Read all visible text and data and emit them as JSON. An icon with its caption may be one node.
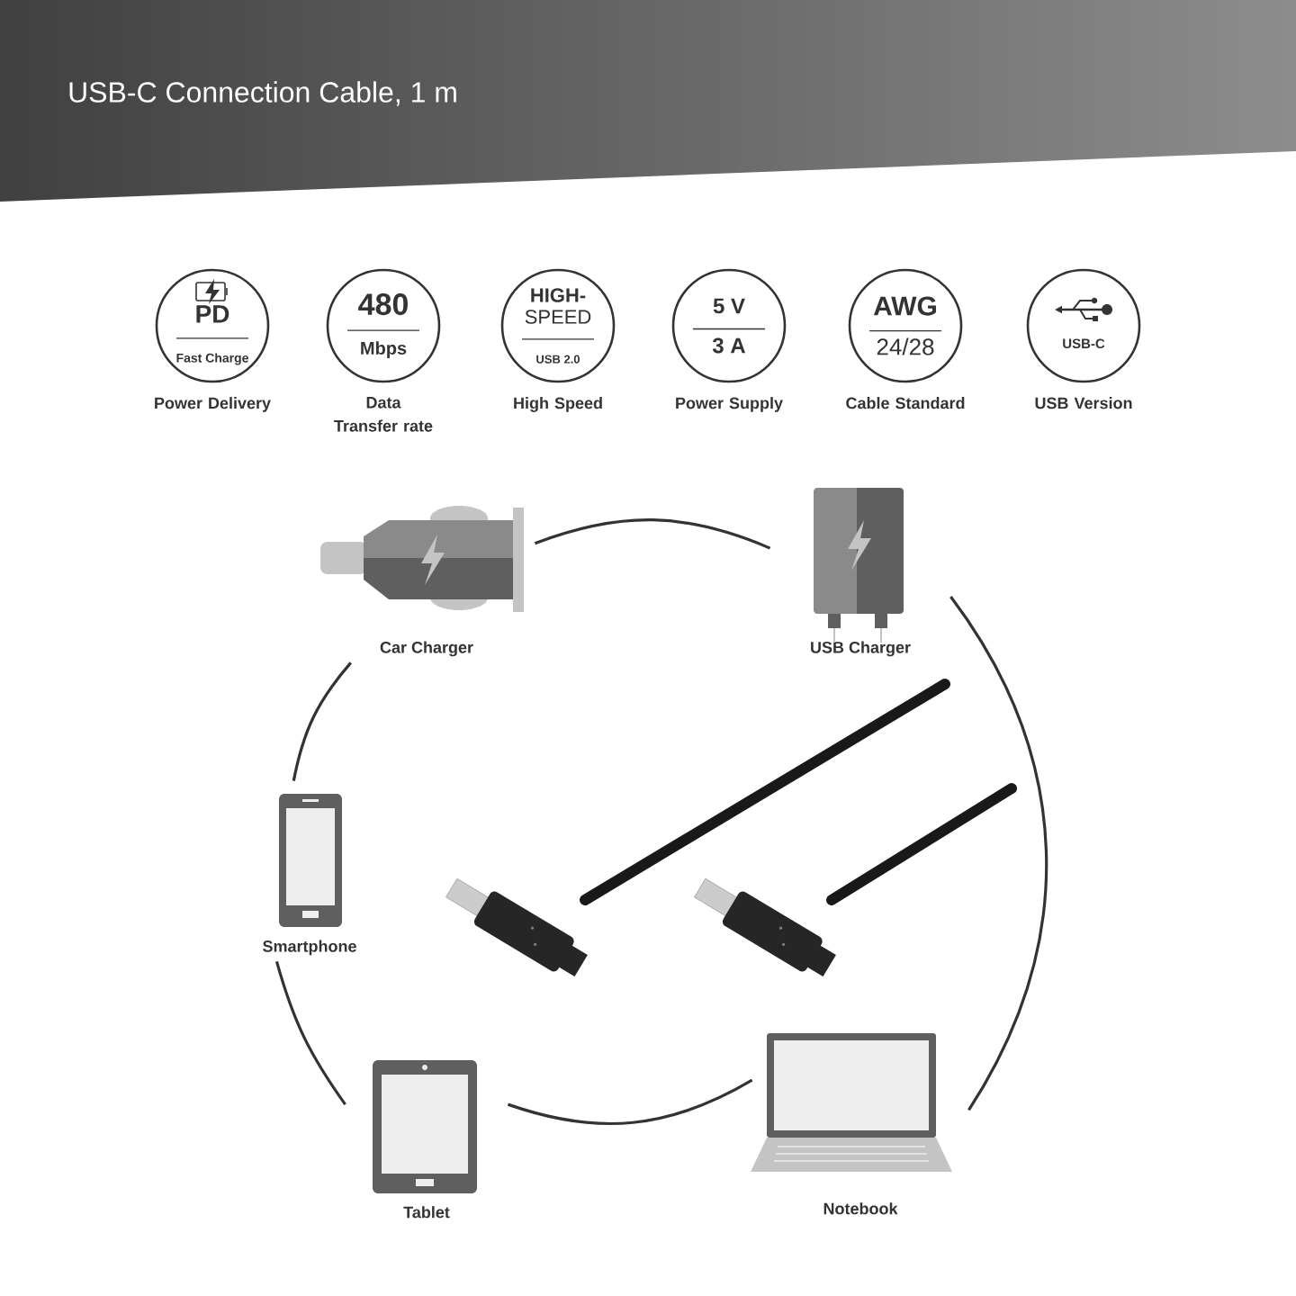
{
  "diagram": {
    "title": "USB-C Connection Cable, 1 m",
    "nodes": [
      {
        "text": [
          "PD",
          "Fast Charge"
        ],
        "beside": [
          "Power Delivery"
        ]
      },
      {
        "text": [
          "480",
          "Mbps"
        ],
        "beside": [
          "Data Transfer rate"
        ]
      },
      {
        "text": [
          "**HIGH-** SPEED",
          "USB 2.0"
        ],
        "beside": [
          "High Speed"
        ]
      },
      {
        "text": [
          "5 V",
          "3 A"
        ],
        "beside": [
          "Power Supply"
        ]
      },
      {
        "text": [
          "AWG",
          "24/28"
        ],
        "beside": [
          "Cable Standard"
        ]
      },
      {
        "text": [
          "USB-C"
        ],
        "beside": [
          "USB Version"
        ]
      },
      {
        "text": [
          "Car Charger"
        ]
      },
      {
        "text": [
          "USB Charger"
        ]
      },
      {
        "text": [
          "Smartphone"
        ]
      },
      {
        "text": [
          "Tablet"
        ]
      },
      {
        "text": [
          "Notebook"
        ]
      }
    ],
    "edges": [
      {
        "from": 6,
        "to": 7,
        "arrow": "none"
      },
      {
        "from": 7,
        "to": 10,
        "arrow": "none"
      },
      {
        "from": 10,
        "to": 9,
        "arrow": "none"
      },
      {
        "from": 9,
        "to": 8,
        "arrow": "none"
      },
      {
        "from": 8,
        "to": 6,
        "arrow": "none"
      }
    ]
  }
}
